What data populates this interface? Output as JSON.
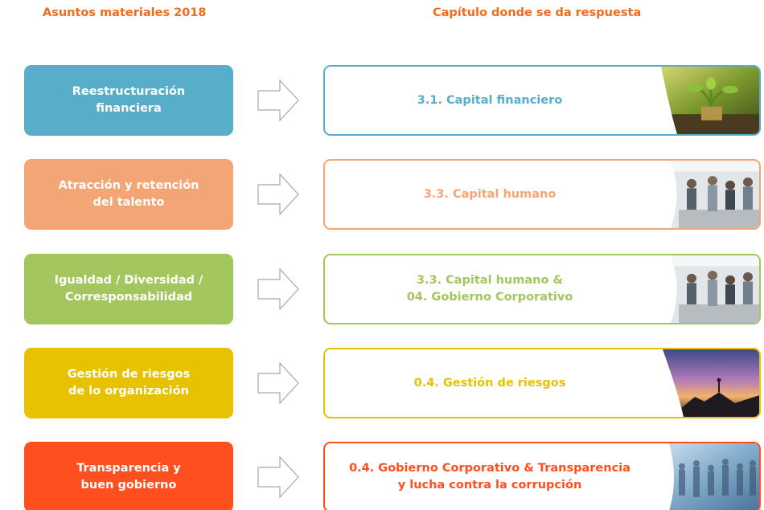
{
  "headers": {
    "left": "Asuntos materiales 2018",
    "right": "Capítulo donde se da respuesta"
  },
  "rows": [
    {
      "topic": "Reestructuración\nfinanciera",
      "chapter": "3.1. Capital financiero",
      "color": "#58adc9",
      "photo": "plant-coins-photo"
    },
    {
      "topic": "Atracción y retención\ndel talento",
      "chapter": "3.3. Capital humano",
      "color": "#f4a576",
      "photo": "office-team-photo"
    },
    {
      "topic": "Igualdad / Diversidad /\nCorresponsabilidad",
      "chapter": "3.3. Capital humano &\n04. Gobierno Corporativo",
      "color": "#a3c65e",
      "photo": "office-team-photo"
    },
    {
      "topic": "Gestión de riesgos\nde lo organización",
      "chapter": "0.4. Gestión de riesgos",
      "color": "#e6c200",
      "photo": "mountain-sunset-photo"
    },
    {
      "topic": "Transparencia y\nbuen gobierno",
      "chapter": "0.4. Gobierno Corporativo & Transparencia\ny lucha contra la corrupción",
      "color": "#ff4f1f",
      "photo": "crowd-walking-photo"
    }
  ]
}
